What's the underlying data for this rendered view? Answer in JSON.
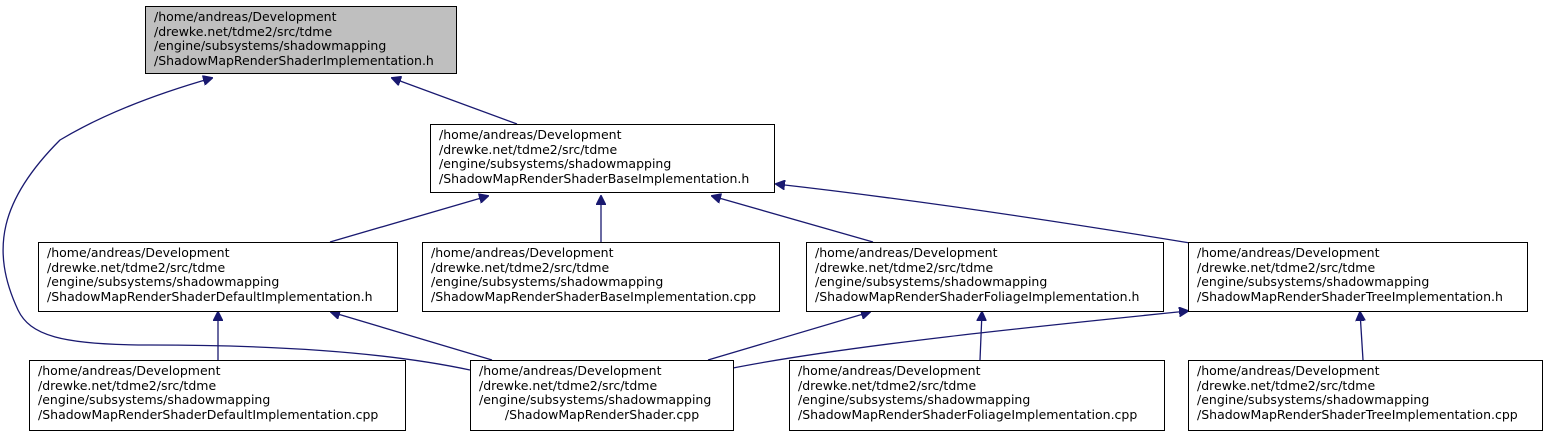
{
  "colors": {
    "edge": "#191970",
    "root_fill": "#bfbfbf",
    "node_fill": "#ffffff"
  },
  "nodes": {
    "root": {
      "lines": [
        "/home/andreas/Development",
        "/drewke.net/tdme2/src/tdme",
        "/engine/subsystems/shadowmapping",
        "/ShadowMapRenderShaderImplementation.h"
      ]
    },
    "base_h": {
      "lines": [
        "/home/andreas/Development",
        "/drewke.net/tdme2/src/tdme",
        "/engine/subsystems/shadowmapping",
        "/ShadowMapRenderShaderBaseImplementation.h"
      ]
    },
    "default_h": {
      "lines": [
        "/home/andreas/Development",
        "/drewke.net/tdme2/src/tdme",
        "/engine/subsystems/shadowmapping",
        "/ShadowMapRenderShaderDefaultImplementation.h"
      ]
    },
    "base_cpp": {
      "lines": [
        "/home/andreas/Development",
        "/drewke.net/tdme2/src/tdme",
        "/engine/subsystems/shadowmapping",
        "/ShadowMapRenderShaderBaseImplementation.cpp"
      ]
    },
    "foliage_h": {
      "lines": [
        "/home/andreas/Development",
        "/drewke.net/tdme2/src/tdme",
        "/engine/subsystems/shadowmapping",
        "/ShadowMapRenderShaderFoliageImplementation.h"
      ]
    },
    "tree_h": {
      "lines": [
        "/home/andreas/Development",
        "/drewke.net/tdme2/src/tdme",
        "/engine/subsystems/shadowmapping",
        "/ShadowMapRenderShaderTreeImplementation.h"
      ]
    },
    "default_cpp": {
      "lines": [
        "/home/andreas/Development",
        "/drewke.net/tdme2/src/tdme",
        "/engine/subsystems/shadowmapping",
        "/ShadowMapRenderShaderDefaultImplementation.cpp"
      ]
    },
    "shader_cpp": {
      "lines": [
        "/home/andreas/Development",
        "/drewke.net/tdme2/src/tdme",
        "/engine/subsystems/shadowmapping",
        "/ShadowMapRenderShader.cpp"
      ]
    },
    "foliage_cpp": {
      "lines": [
        "/home/andreas/Development",
        "/drewke.net/tdme2/src/tdme",
        "/engine/subsystems/shadowmapping",
        "/ShadowMapRenderShaderFoliageImplementation.cpp"
      ]
    },
    "tree_cpp": {
      "lines": [
        "/home/andreas/Development",
        "/drewke.net/tdme2/src/tdme",
        "/engine/subsystems/shadowmapping",
        "/ShadowMapRenderShaderTreeImplementation.cpp"
      ]
    }
  },
  "edges": [
    {
      "from": "base_h",
      "to": "root"
    },
    {
      "from": "shader_cpp",
      "to": "root"
    },
    {
      "from": "default_h",
      "to": "base_h"
    },
    {
      "from": "base_cpp",
      "to": "base_h"
    },
    {
      "from": "foliage_h",
      "to": "base_h"
    },
    {
      "from": "tree_h",
      "to": "base_h"
    },
    {
      "from": "default_cpp",
      "to": "default_h"
    },
    {
      "from": "shader_cpp",
      "to": "default_h"
    },
    {
      "from": "shader_cpp",
      "to": "foliage_h"
    },
    {
      "from": "foliage_cpp",
      "to": "foliage_h"
    },
    {
      "from": "shader_cpp",
      "to": "tree_h"
    },
    {
      "from": "tree_cpp",
      "to": "tree_h"
    }
  ]
}
